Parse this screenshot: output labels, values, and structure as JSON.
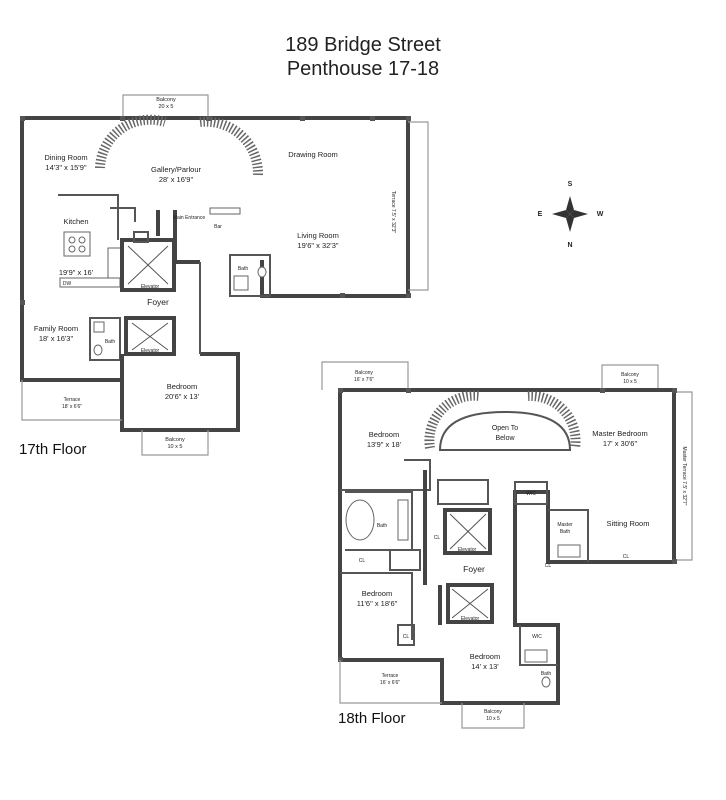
{
  "title": {
    "line1": "189 Bridge Street",
    "line2": "Penthouse 17-18"
  },
  "compass": {
    "n": "N",
    "s": "S",
    "e": "E",
    "w": "W"
  },
  "floor17": {
    "label": "17th Floor",
    "balcony_top": {
      "name": "Balcony",
      "size": "20 x 5"
    },
    "dining": {
      "name": "Dining Room",
      "size": "14'3\" x 15'9\""
    },
    "gallery": {
      "name": "Gallery/Parlour",
      "size": "28' x 16'9\""
    },
    "drawing": {
      "name": "Drawing Room"
    },
    "kitchen": {
      "name": "Kitchen",
      "size": "19'9\" x 16'"
    },
    "dw": "DW",
    "main_entrance": "Main Entrance",
    "bar": "Bar",
    "elevator1": "Elevator",
    "elevator2": "Elevator",
    "bath1": "Bath",
    "bath2": "Bath",
    "living": {
      "name": "Living Room",
      "size": "19'6\" x 32'3\""
    },
    "terrace_side": "Terrace 7.5' x 32'3\"",
    "foyer": "Foyer",
    "family": {
      "name": "Family Room",
      "size": "18' x 16'3\""
    },
    "terrace": {
      "name": "Terrace",
      "size": "18' x 6'6\""
    },
    "bedroom": {
      "name": "Bedroom",
      "size": "20'6\" x 13'"
    },
    "balcony_bottom": {
      "name": "Balcony",
      "size": "10 x 5"
    }
  },
  "floor18": {
    "label": "18th Floor",
    "balcony_left": {
      "name": "Balcony",
      "size": "16' x 7'6\""
    },
    "balcony_right": {
      "name": "Balcony",
      "size": "10 x 5"
    },
    "bedroom1": {
      "name": "Bedroom",
      "size": "13'9\" x 18'"
    },
    "open": {
      "line1": "Open To",
      "line2": "Below"
    },
    "master": {
      "name": "Master Bedroom",
      "size": "17' x 30'6\""
    },
    "master_terrace": "Master Terrace 7.5' x 32'7\"",
    "wic1": "WIC",
    "wic2": "WIC",
    "bath1": "Bath",
    "cl1": "CL",
    "cl2": "CL",
    "cl3": "CL",
    "cl4": "CL",
    "cl5": "CL",
    "elevator1": "Elevator",
    "elevator2": "Elevator",
    "master_bath": {
      "line1": "Master",
      "line2": "Bath"
    },
    "sitting": "Sitting Room",
    "foyer": "Foyer",
    "bedroom2": {
      "name": "Bedroom",
      "size": "11'6\" x 18'6\""
    },
    "bedroom3": {
      "name": "Bedroom",
      "size": "14' x 13'"
    },
    "bath2": "Bath",
    "terrace": {
      "name": "Terrace",
      "size": "16' x 6'6\""
    },
    "balcony_bottom": {
      "name": "Balcony",
      "size": "10 x 5"
    }
  }
}
